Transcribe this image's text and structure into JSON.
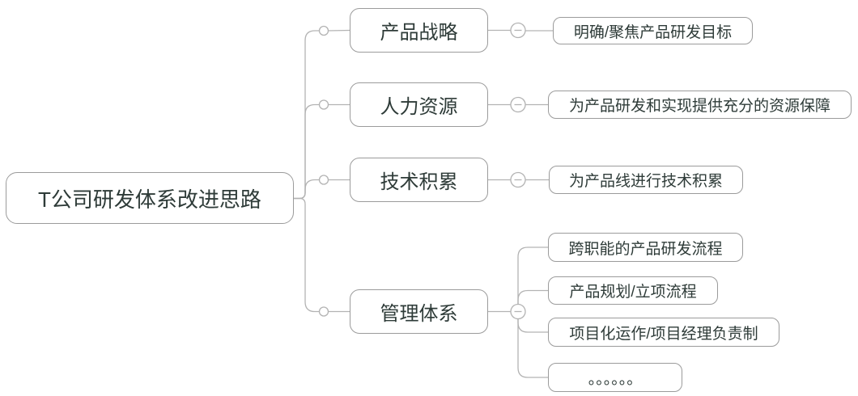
{
  "diagram": {
    "title": "T公司研发体系改进思路 mind map",
    "colors": {
      "background": "#ffffff",
      "line": "#b3b3b3",
      "node_border": "#9b9b9b",
      "text": "#2e3b38",
      "node_fill": "#ffffff"
    },
    "root": {
      "label": "T公司研发体系改进思路"
    },
    "branches": [
      {
        "label": "产品战略",
        "collapse_icon": "minus",
        "children": [
          {
            "label": "明确/聚焦产品研发目标"
          }
        ]
      },
      {
        "label": "人力资源",
        "collapse_icon": "minus",
        "children": [
          {
            "label": "为产品研发和实现提供充分的资源保障"
          }
        ]
      },
      {
        "label": "技术积累",
        "collapse_icon": "minus",
        "children": [
          {
            "label": "为产品线进行技术积累"
          }
        ]
      },
      {
        "label": "管理体系",
        "collapse_icon": "minus",
        "children": [
          {
            "label": "跨职能的产品研发流程"
          },
          {
            "label": "产品规划/立项流程"
          },
          {
            "label": "项目化运作/项目经理负责制"
          },
          {
            "label": "。。。。。。"
          }
        ]
      }
    ]
  }
}
